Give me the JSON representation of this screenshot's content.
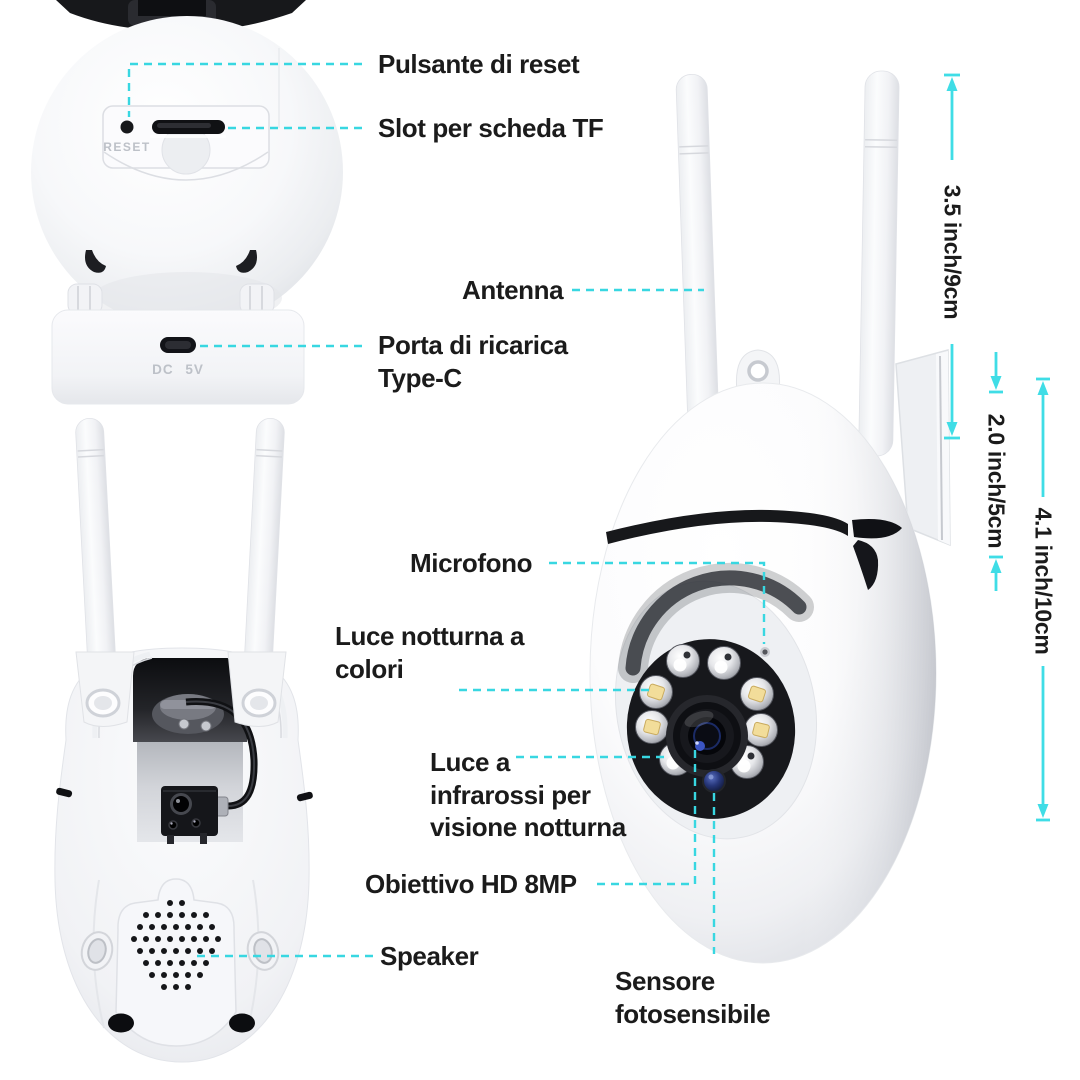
{
  "colors": {
    "accent-solid": "#3fdde6",
    "accent-dashed": "#38d7e1",
    "label-color": "#1b1b1b",
    "device-print": "#bdc1c8",
    "bg": "#ffffff"
  },
  "annotations": {
    "reset": "Pulsante di reset",
    "tf_slot": "Slot per scheda TF",
    "charging_1": "Porta di ricarica",
    "charging_2": "Type-C",
    "antenna": "Antenna",
    "microphone": "Microfono",
    "night_light_1": "Luce notturna a",
    "night_light_2": "colori",
    "ir_1": "Luce a",
    "ir_2": "infrarossi per",
    "ir_3": "visione notturna",
    "lens": "Obiettivo HD 8MP",
    "sensor_1": "Sensore",
    "sensor_2": "fotosensibile",
    "speaker": "Speaker"
  },
  "measurements": {
    "antenna_height": "3.5 inch/9cm",
    "bracket_height": "2.0 inch/5cm",
    "head_height": "4.1 inch/10cm"
  },
  "device_text": {
    "reset_print": "RESET",
    "power_print": "DC 5V"
  }
}
